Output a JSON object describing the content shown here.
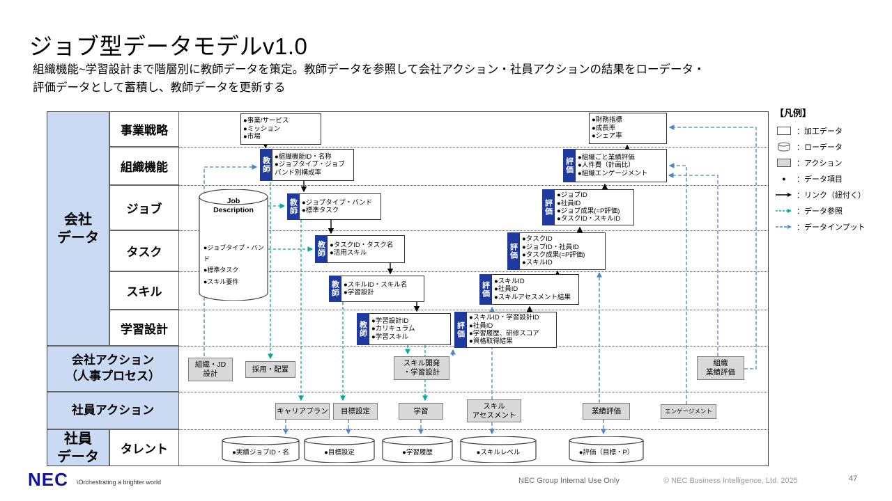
{
  "slide": {
    "title": "ジョブ型データモデルv1.0",
    "subtitle": [
      "組織機能~学習設計まで階層別に教師データを策定。教師データを参照して会社アクション・社員アクションの結果をローデータ・",
      "評価データとして蓄積し、教師データを更新する"
    ]
  },
  "colors": {
    "header_blue": "#c9daf2",
    "tag_blue": "#1e3a9e",
    "action_gray": "#d9d9d9",
    "ref_teal": "#00a99d",
    "input_blue": "#4a86c8",
    "nec_blue": "#12129a"
  },
  "grid": {
    "company_data": "会社\nデータ",
    "company_rows": [
      "事業戦略",
      "組織機能",
      "ジョブ",
      "タスク",
      "スキル",
      "学習設計"
    ],
    "company_action": "会社アクション\n（人事プロセス）",
    "employee_action": "社員アクション",
    "employee_data": "社員\nデータ",
    "talent": "タレント"
  },
  "boxes": {
    "strategy": {
      "items": [
        "●事業/サービス",
        "●ミッション",
        "●市場"
      ]
    },
    "finance": {
      "items": [
        "●財務指標",
        "●成長率",
        "●シェア率"
      ]
    },
    "teachers": [
      {
        "tag": "教師",
        "items": [
          "●組織機能ID・名称",
          "●ジョブタイプ・ジョブバンド別構成率"
        ]
      },
      {
        "tag": "教師",
        "items": [
          "●ジョブタイプ・バンド",
          "●標準タスク"
        ]
      },
      {
        "tag": "教師",
        "items": [
          "●タスクID・タスク名",
          "●活用スキル"
        ]
      },
      {
        "tag": "教師",
        "items": [
          "●スキルID・スキル名",
          "●学習設計"
        ]
      },
      {
        "tag": "教師",
        "items": [
          "●学習設計ID",
          "●カリキュラム",
          "●学習スキル"
        ]
      }
    ],
    "evaluations": [
      {
        "tag": "評価",
        "items": [
          "●組織ごと業績評価",
          "●人件費（計画比）",
          "●組織エンゲージメント"
        ]
      },
      {
        "tag": "評価",
        "items": [
          "●ジョブID",
          "●社員ID",
          "●ジョブ成果(=P評価)",
          "●タスクID・スキルID"
        ]
      },
      {
        "tag": "評価",
        "items": [
          "●タスクID",
          "●ジョブID・社員ID",
          "●タスク成果(=P評価)",
          "●スキルID"
        ]
      },
      {
        "tag": "評価",
        "items": [
          "●スキルID",
          "●社員ID",
          "●スキルアセスメント結果"
        ]
      },
      {
        "tag": "評価",
        "items": [
          "●スキルID・学習設計ID",
          "●社員ID",
          "●学習履歴、研修スコア",
          "●資格取得結果"
        ]
      }
    ],
    "job_description": {
      "title": "Job Description",
      "items": [
        "●ジョブタイプ・バンド",
        "●標準タスク",
        "●スキル要件"
      ]
    }
  },
  "actions": {
    "company": [
      "組織・JD\n設計",
      "採用・配置",
      "スキル開発\n・学習設計",
      "組織\n業績評価"
    ],
    "employee": [
      "キャリアプラン",
      "目標設定",
      "学習",
      "スキル\nアセスメント",
      "業績評価",
      "エンゲージメント"
    ]
  },
  "talent_cylinders": [
    "●実績ジョブID・名",
    "●目標設定",
    "●学習履歴",
    "●スキルレベル",
    "●評価（目標・P）"
  ],
  "legend": {
    "title": "【凡例】",
    "items": [
      {
        "icon": "rect-white",
        "label": "：加工データ"
      },
      {
        "icon": "cylinder",
        "label": "：ローデータ"
      },
      {
        "icon": "rect-gray",
        "label": "：アクション"
      },
      {
        "icon": "bullet",
        "label": "：データ項目"
      },
      {
        "icon": "arrow-solid",
        "label": "：リンク（紐付く）"
      },
      {
        "icon": "arrow-teal",
        "label": "：データ参照"
      },
      {
        "icon": "arrow-blue",
        "label": "：データインプット"
      }
    ]
  },
  "footer": {
    "logo": "NEC",
    "tagline": "\\Orchestrating a brighter world",
    "center": "NEC Group Internal Use Only",
    "copyright": "© NEC Business Intelligence, Ltd. 2025",
    "page": "47"
  }
}
